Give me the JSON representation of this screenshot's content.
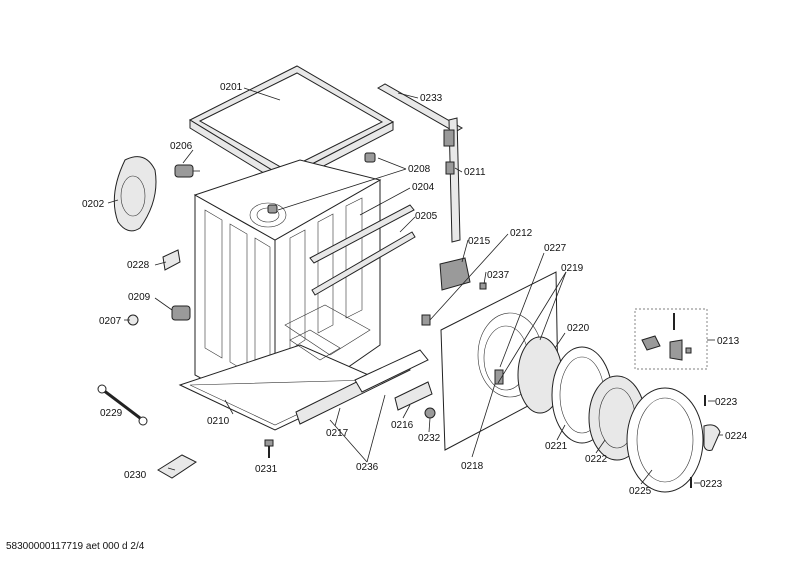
{
  "parts": {
    "p0201": "0201",
    "p0202": "0202",
    "p0204": "0204",
    "p0205": "0205",
    "p0206": "0206",
    "p0207": "0207",
    "p0208": "0208",
    "p0209": "0209",
    "p0210": "0210",
    "p0211": "0211",
    "p0212": "0212",
    "p0213": "0213",
    "p0215": "0215",
    "p0216": "0216",
    "p0217": "0217",
    "p0218": "0218",
    "p0219": "0219",
    "p0220": "0220",
    "p0221": "0221",
    "p0222": "0222",
    "p0223a": "0223",
    "p0223b": "0223",
    "p0224": "0224",
    "p0225": "0225",
    "p0227": "0227",
    "p0228": "0228",
    "p0229": "0229",
    "p0230": "0230",
    "p0231": "0231",
    "p0232": "0232",
    "p0233": "0233",
    "p0236": "0236",
    "p0237": "0237"
  },
  "footer": "58300000117719 aet 000 d 2/4"
}
